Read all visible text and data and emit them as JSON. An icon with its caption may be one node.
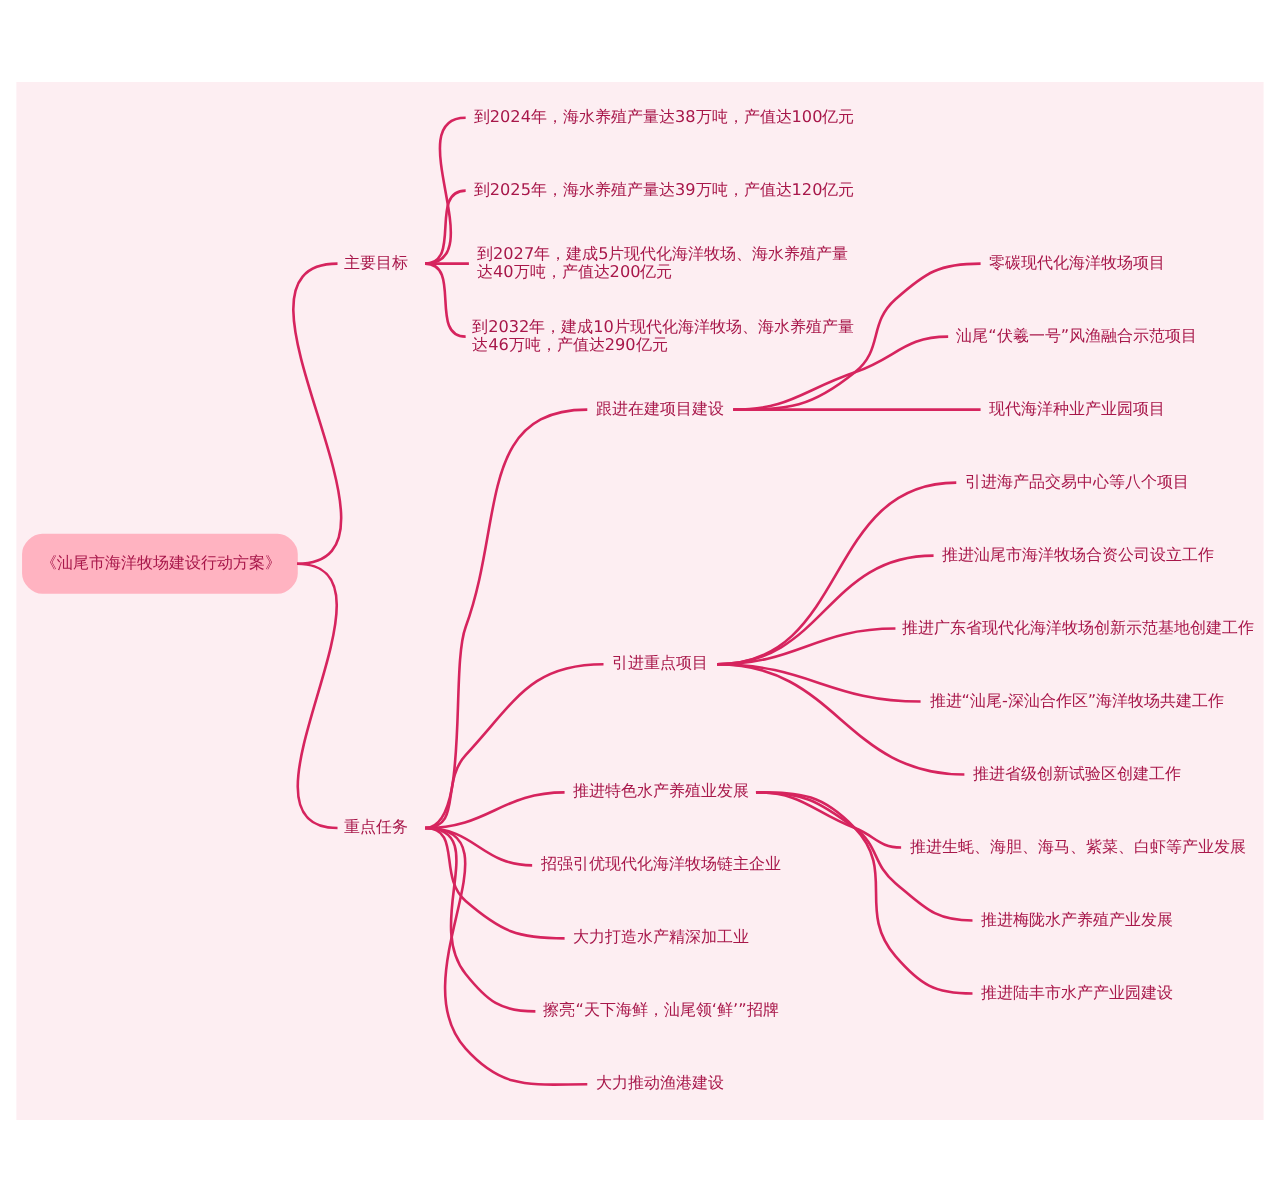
{
  "diagram": {
    "nodes": [
      {
        "text": [
          "《汕尾市海洋牧场建设行动方案》"
        ]
      },
      {
        "text": [
          "主要目标"
        ]
      },
      {
        "text": [
          "到2024年，海水养殖产量达38万吨，产值达100亿元"
        ]
      },
      {
        "text": [
          "到2025年，海水养殖产量达39万吨，产值达120亿元"
        ]
      },
      {
        "text": [
          "到2027年，建成5片现代化海洋牧场、海水养殖产量达40万吨，产值达200亿元"
        ]
      },
      {
        "text": [
          "到2032年，建成10片现代化海洋牧场、海水养殖产量达46万吨，产值达290亿元"
        ]
      },
      {
        "text": [
          "重点任务"
        ]
      },
      {
        "text": [
          "跟进在建项目建设"
        ]
      },
      {
        "text": [
          "零碳现代化海洋牧场项目"
        ]
      },
      {
        "text": [
          "汕尾“伏羲一号”风渔融合示范项目"
        ]
      },
      {
        "text": [
          "现代海洋种业产业园项目"
        ]
      },
      {
        "text": [
          "引进重点项目"
        ]
      },
      {
        "text": [
          "引进海产品交易中心等八个项目"
        ]
      },
      {
        "text": [
          "推进汕尾市海洋牧场合资公司设立工作"
        ]
      },
      {
        "text": [
          "推进广东省现代化海洋牧场创新示范基地创建工作"
        ]
      },
      {
        "text": [
          "推进“汕尾-深汕合作区”海洋牧场共建工作"
        ]
      },
      {
        "text": [
          "推进省级创新试验区创建工作"
        ]
      },
      {
        "text": [
          "推进特色水产养殖业发展"
        ]
      },
      {
        "text": [
          "推进生蚝、海胆、海马、紫菜、白虾等产业发展"
        ]
      },
      {
        "text": [
          "推进梅陇水产养殖产业发展"
        ]
      },
      {
        "text": [
          "推进陆丰市水产产业园建设"
        ]
      },
      {
        "text": [
          "招强引优现代化海洋牧场链主企业"
        ]
      },
      {
        "text": [
          "大力打造水产精深加工业"
        ]
      },
      {
        "text": [
          "擦亮“天下海鲜，汕尾领‘鲜’”招牌"
        ]
      },
      {
        "text": [
          "大力推动渔港建设"
        ]
      }
    ],
    "edges": [
      {
        "from": 0,
        "to": 1,
        "arrow": "none"
      },
      {
        "from": 1,
        "to": 2,
        "arrow": "none"
      },
      {
        "from": 1,
        "to": 3,
        "arrow": "none"
      },
      {
        "from": 1,
        "to": 4,
        "arrow": "none"
      },
      {
        "from": 1,
        "to": 5,
        "arrow": "none"
      },
      {
        "from": 0,
        "to": 6,
        "arrow": "none"
      },
      {
        "from": 6,
        "to": 7,
        "arrow": "none"
      },
      {
        "from": 7,
        "to": 8,
        "arrow": "none"
      },
      {
        "from": 7,
        "to": 9,
        "arrow": "none"
      },
      {
        "from": 7,
        "to": 10,
        "arrow": "none"
      },
      {
        "from": 6,
        "to": 11,
        "arrow": "none"
      },
      {
        "from": 11,
        "to": 12,
        "arrow": "none"
      },
      {
        "from": 11,
        "to": 13,
        "arrow": "none"
      },
      {
        "from": 11,
        "to": 14,
        "arrow": "none"
      },
      {
        "from": 11,
        "to": 15,
        "arrow": "none"
      },
      {
        "from": 11,
        "to": 16,
        "arrow": "none"
      },
      {
        "from": 6,
        "to": 17,
        "arrow": "none"
      },
      {
        "from": 17,
        "to": 18,
        "arrow": "none"
      },
      {
        "from": 17,
        "to": 19,
        "arrow": "none"
      },
      {
        "from": 17,
        "to": 20,
        "arrow": "none"
      },
      {
        "from": 6,
        "to": 21,
        "arrow": "none"
      },
      {
        "from": 6,
        "to": 22,
        "arrow": "none"
      },
      {
        "from": 6,
        "to": 23,
        "arrow": "none"
      },
      {
        "from": 6,
        "to": 24,
        "arrow": "none"
      }
    ]
  }
}
